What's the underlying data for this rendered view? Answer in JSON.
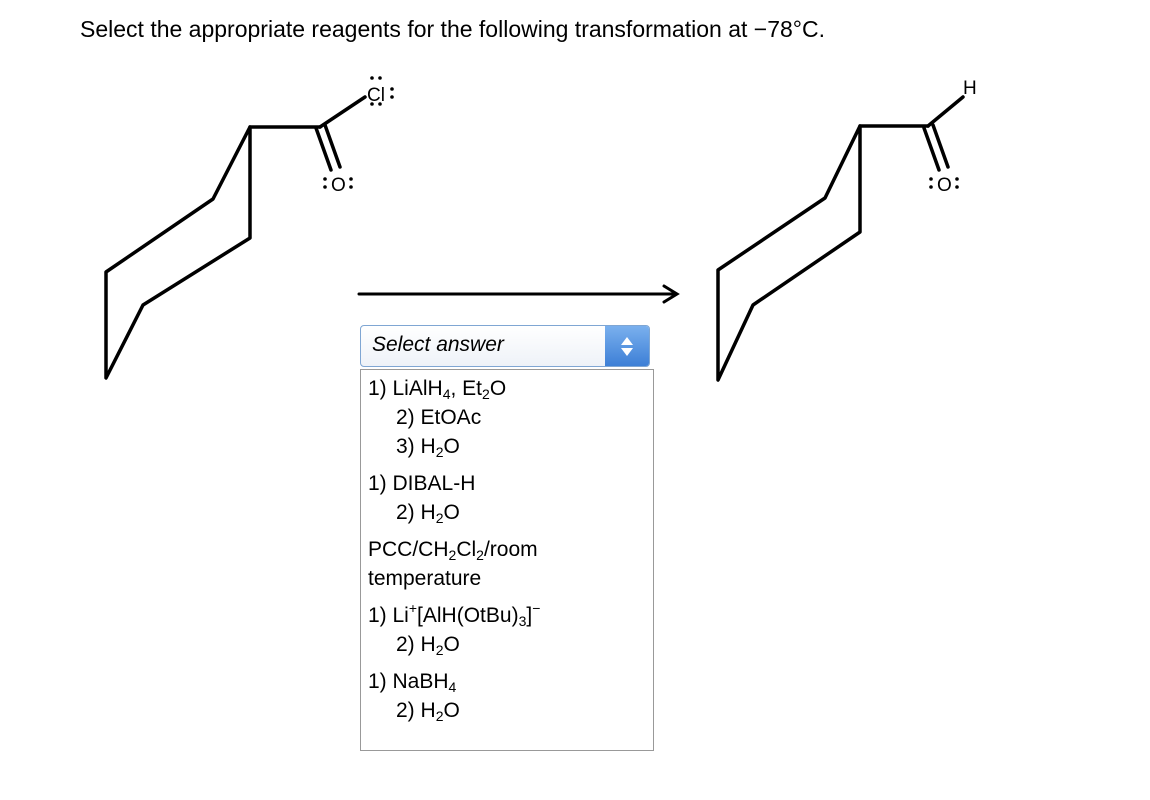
{
  "question": "Select the appropriate reagents for the following transformation at −78°C.",
  "reactant": {
    "atom_cl": "Cl",
    "atom_o": "O"
  },
  "product": {
    "atom_h": "H",
    "atom_o": "O"
  },
  "dropdown": {
    "placeholder": "Select answer",
    "options": [
      {
        "lines": [
          "1) LiAlH4, Et2O",
          "2) EtOAc",
          "3) H2O"
        ]
      },
      {
        "lines": [
          "1) DIBAL-H",
          "2) H2O"
        ]
      },
      {
        "lines": [
          "PCC/CH2Cl2/room temperature"
        ]
      },
      {
        "lines": [
          "1) Li+[AlH(OtBu)3]−",
          "2) H2O"
        ]
      },
      {
        "lines": [
          "1) NaBH4",
          "2) H2O"
        ]
      }
    ]
  }
}
